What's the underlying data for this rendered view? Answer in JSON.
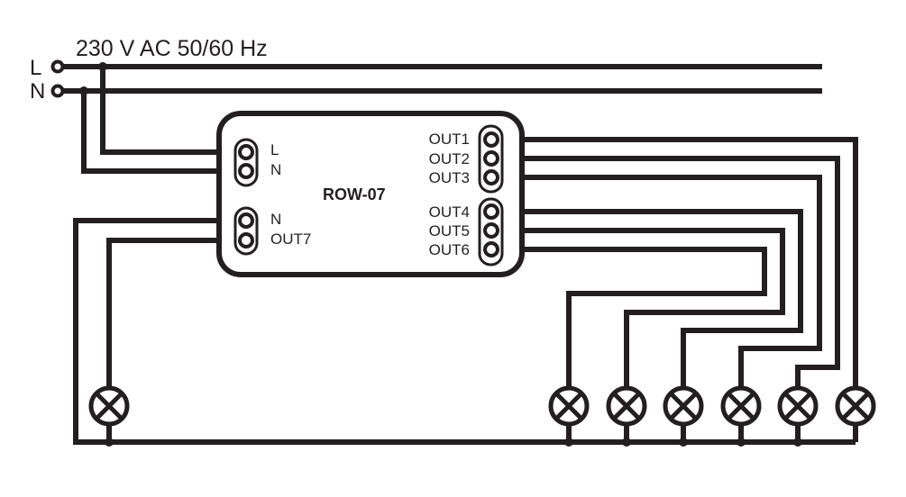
{
  "supply": {
    "label": "230 V AC 50/60 Hz",
    "line": "L",
    "neutral": "N"
  },
  "module": {
    "model": "ROW-07",
    "input_terminals": [
      "L",
      "N"
    ],
    "out7_terminals": [
      "N",
      "OUT7"
    ],
    "outputs_group_a": [
      "OUT1",
      "OUT2",
      "OUT3"
    ],
    "outputs_group_b": [
      "OUT4",
      "OUT5",
      "OUT6"
    ]
  },
  "lamps": [
    "lamp-out7",
    "lamp-out6",
    "lamp-out5",
    "lamp-out4",
    "lamp-out3",
    "lamp-out2",
    "lamp-out1"
  ],
  "colors": {
    "ink": "#231f20",
    "background": "#ffffff"
  }
}
